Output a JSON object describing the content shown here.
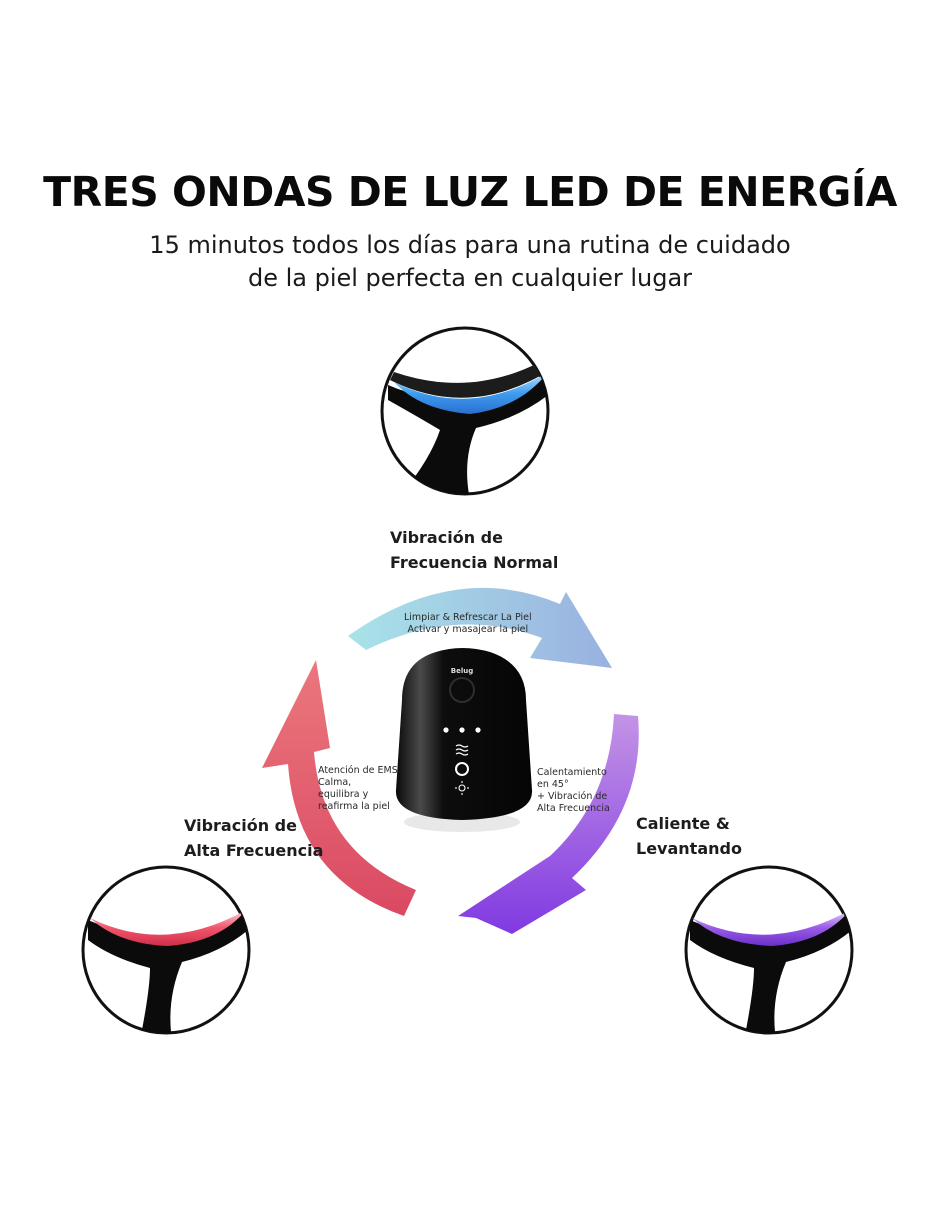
{
  "header": {
    "title": "TRES ONDAS DE LUZ LED DE ENERGÍA",
    "subtitle_line1": "15 minutos todos los días para una rutina de cuidado",
    "subtitle_line2": "de la piel perfecta en cualquier lugar"
  },
  "modes": {
    "top": {
      "label_line1": "Vibración de",
      "label_line2": "Frecuencia Normal",
      "note_line1": "Limpiar & Refrescar La Piel",
      "note_line2": "Activar y masajear la piel",
      "led_color": "#3f9ef0"
    },
    "left": {
      "label_line1": "Vibración de",
      "label_line2": "Alta Frecuencia",
      "note_line1": "Atención de EMS",
      "note_line2": "Calma,",
      "note_line3": "equilibra y",
      "note_line4": "reafirma la piel",
      "led_color": "#f0556a"
    },
    "right": {
      "label_line1": "Caliente &",
      "label_line2": "Levantando",
      "note_line1": "Calentamiento",
      "note_line2": "en 45°",
      "note_line3": "+ Vibración de",
      "note_line4": "Alta Frecuencia",
      "led_color": "#9a5ae8"
    }
  },
  "device": {
    "brand": "Belug"
  },
  "colors": {
    "arrow_top_start": "#9fe0e6",
    "arrow_top_end": "#8ea8dc",
    "arrow_right_start": "#b27ee0",
    "arrow_right_end": "#7a2fe0",
    "arrow_left_start": "#e0406a",
    "arrow_left_end": "#e0767c"
  }
}
